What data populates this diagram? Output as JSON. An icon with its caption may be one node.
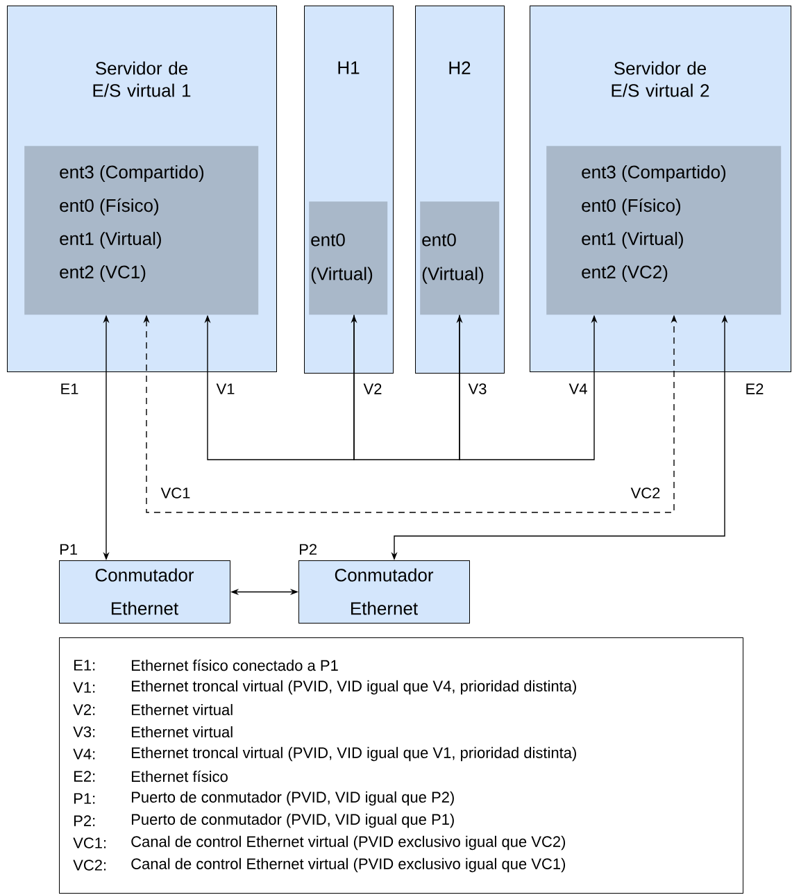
{
  "diagram": {
    "nodes": [
      {
        "text": [
          "Servidor de E/S virtual 1"
        ]
      },
      {
        "text": [
          "ent3 (Compartido)",
          "ent0 (Físico)",
          "ent1 (Virtual)",
          "ent2 (VC1)"
        ],
        "in": 0
      },
      {
        "text": [
          "H1"
        ]
      },
      {
        "text": [
          "ent0 (Virtual)"
        ],
        "in": 2
      },
      {
        "text": [
          "H2"
        ]
      },
      {
        "text": [
          "ent0 (Virtual)"
        ],
        "in": 4
      },
      {
        "text": [
          "Servidor de E/S virtual 2"
        ]
      },
      {
        "text": [
          "ent3 (Compartido)",
          "ent0 (Físico)",
          "ent1 (Virtual)",
          "ent2 (VC2)"
        ],
        "in": 6
      },
      {
        "text": [
          "Conmutador Ethernet"
        ],
        "beside": [
          "P1"
        ]
      },
      {
        "text": [
          "Conmutador Ethernet"
        ],
        "beside": [
          "P2"
        ]
      },
      {
        "text": [
          "E1:",
          "Ethernet físico conectado a P1",
          "V1:",
          "Ethernet troncal virtual (PVID, VID igual que V4, prioridad distinta)",
          "V2:",
          "Ethernet virtual",
          "V3:",
          "Ethernet virtual",
          "V4:",
          "Ethernet troncal virtual (PVID, VID igual que V1, prioridad distinta)",
          "E2:",
          "Ethernet físico",
          "P1:",
          "Puerto de conmutador (PVID, VID igual que P2)",
          "P2:",
          "Puerto de conmutador (PVID, VID igual que P1)",
          "VC1:",
          "Canal de control Ethernet virtual (PVID exclusivo igual que VC2)",
          "VC2:",
          "Canal de control Ethernet virtual (PVID exclusivo igual que VC1)"
        ]
      }
    ],
    "edges": [
      {
        "from": 1,
        "to": 8,
        "arrow": "both"
      },
      {
        "from": 1,
        "to": 7,
        "arrow": "both",
        "style": "dashed"
      },
      {
        "from": 1,
        "to": 3,
        "arrow": "both"
      },
      {
        "from": 3,
        "to": 5,
        "arrow": "to"
      },
      {
        "from": 5,
        "to": 7,
        "arrow": "to"
      },
      {
        "from": 7,
        "to": 9,
        "arrow": "both"
      },
      {
        "from": 8,
        "to": 9,
        "arrow": "both"
      }
    ],
    "labels": [
      "E1",
      "V1",
      "V2",
      "V3",
      "V4",
      "E2",
      "VC1",
      "VC2"
    ]
  }
}
